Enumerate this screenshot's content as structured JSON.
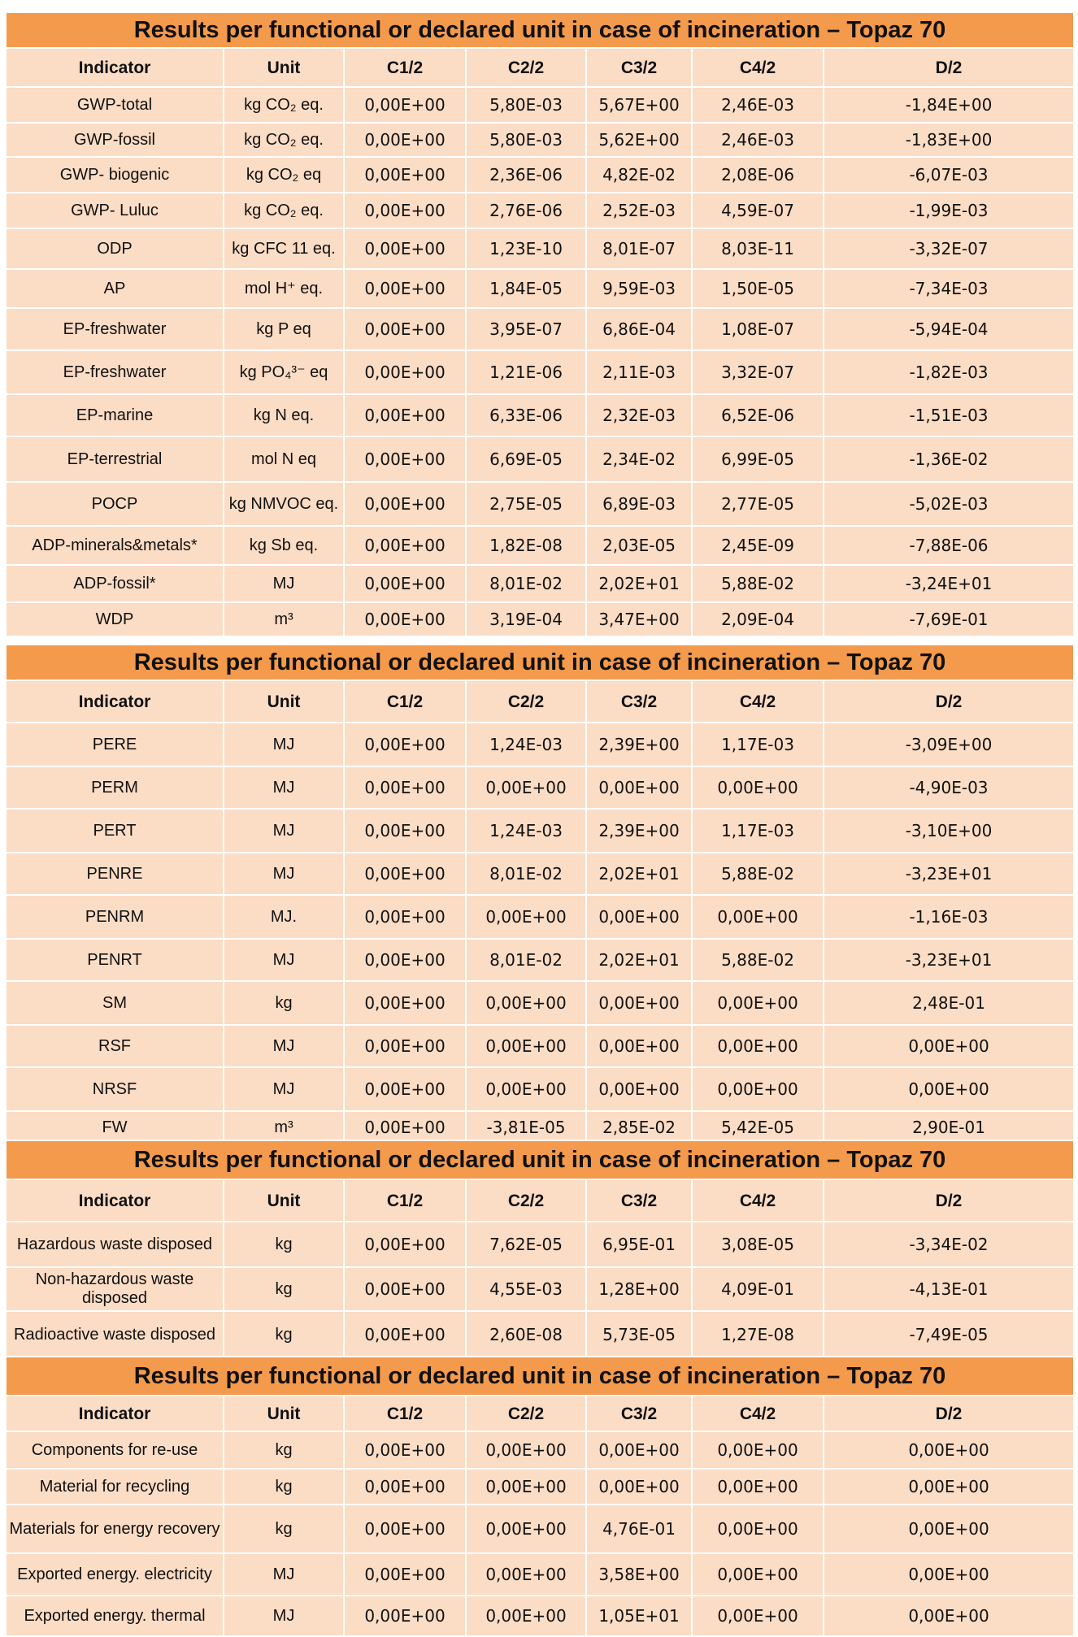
{
  "columns": [
    "Indicator",
    "Unit",
    "C1/2",
    "C2/2",
    "C3/2",
    "C4/2",
    "D/2"
  ],
  "sections": [
    {
      "title": "Results per functional or declared unit in case of incineration – Topaz 70",
      "rows": [
        {
          "indicator": "GWP-total",
          "unit": "kg CO₂ eq.",
          "values": [
            "0,00E+00",
            "5,80E-03",
            "5,67E+00",
            "2,46E-03",
            "-1,84E+00"
          ]
        },
        {
          "indicator": "GWP-fossil",
          "unit": "kg CO₂ eq.",
          "values": [
            "0,00E+00",
            "5,80E-03",
            "5,62E+00",
            "2,46E-03",
            "-1,83E+00"
          ]
        },
        {
          "indicator": "GWP- biogenic",
          "unit": "kg CO₂ eq",
          "values": [
            "0,00E+00",
            "2,36E-06",
            "4,82E-02",
            "2,08E-06",
            "-6,07E-03"
          ]
        },
        {
          "indicator": "GWP- Luluc",
          "unit": "kg CO₂ eq.",
          "values": [
            "0,00E+00",
            "2,76E-06",
            "2,52E-03",
            "4,59E-07",
            "-1,99E-03"
          ]
        },
        {
          "indicator": "ODP",
          "unit": "kg CFC 11 eq.",
          "values": [
            "0,00E+00",
            "1,23E-10",
            "8,01E-07",
            "8,03E-11",
            "-3,32E-07"
          ]
        },
        {
          "indicator": "AP",
          "unit": "mol H⁺ eq.",
          "values": [
            "0,00E+00",
            "1,84E-05",
            "9,59E-03",
            "1,50E-05",
            "-7,34E-03"
          ]
        },
        {
          "indicator": "EP-freshwater",
          "unit": "kg P eq",
          "values": [
            "0,00E+00",
            "3,95E-07",
            "6,86E-04",
            "1,08E-07",
            "-5,94E-04"
          ]
        },
        {
          "indicator": "EP-freshwater",
          "unit": "kg PO₄³⁻ eq",
          "values": [
            "0,00E+00",
            "1,21E-06",
            "2,11E-03",
            "3,32E-07",
            "-1,82E-03"
          ]
        },
        {
          "indicator": "EP-marine",
          "unit": "kg N eq.",
          "values": [
            "0,00E+00",
            "6,33E-06",
            "2,32E-03",
            "6,52E-06",
            "-1,51E-03"
          ]
        },
        {
          "indicator": "EP-terrestrial",
          "unit": "mol N eq",
          "values": [
            "0,00E+00",
            "6,69E-05",
            "2,34E-02",
            "6,99E-05",
            "-1,36E-02"
          ]
        },
        {
          "indicator": "POCP",
          "unit": "kg NMVOC eq.",
          "values": [
            "0,00E+00",
            "2,75E-05",
            "6,89E-03",
            "2,77E-05",
            "-5,02E-03"
          ]
        },
        {
          "indicator": "ADP-minerals&metals*",
          "unit": "kg Sb eq.",
          "values": [
            "0,00E+00",
            "1,82E-08",
            "2,03E-05",
            "2,45E-09",
            "-7,88E-06"
          ]
        },
        {
          "indicator": "ADP-fossil*",
          "unit": "MJ",
          "values": [
            "0,00E+00",
            "8,01E-02",
            "2,02E+01",
            "5,88E-02",
            "-3,24E+01"
          ]
        },
        {
          "indicator": "WDP",
          "unit": "m³",
          "values": [
            "0,00E+00",
            "3,19E-04",
            "3,47E+00",
            "2,09E-04",
            "-7,69E-01"
          ]
        }
      ]
    },
    {
      "title": "Results per functional or declared unit in case of incineration –  Topaz 70",
      "rows": [
        {
          "indicator": "PERE",
          "unit": "MJ",
          "values": [
            "0,00E+00",
            "1,24E-03",
            "2,39E+00",
            "1,17E-03",
            "-3,09E+00"
          ]
        },
        {
          "indicator": "PERM",
          "unit": "MJ",
          "values": [
            "0,00E+00",
            "0,00E+00",
            "0,00E+00",
            "0,00E+00",
            "-4,90E-03"
          ]
        },
        {
          "indicator": "PERT",
          "unit": "MJ",
          "values": [
            "0,00E+00",
            "1,24E-03",
            "2,39E+00",
            "1,17E-03",
            "-3,10E+00"
          ]
        },
        {
          "indicator": "PENRE",
          "unit": "MJ",
          "values": [
            "0,00E+00",
            "8,01E-02",
            "2,02E+01",
            "5,88E-02",
            "-3,23E+01"
          ]
        },
        {
          "indicator": "PENRM",
          "unit": "MJ.",
          "values": [
            "0,00E+00",
            "0,00E+00",
            "0,00E+00",
            "0,00E+00",
            "-1,16E-03"
          ]
        },
        {
          "indicator": "PENRT",
          "unit": "MJ",
          "values": [
            "0,00E+00",
            "8,01E-02",
            "2,02E+01",
            "5,88E-02",
            "-3,23E+01"
          ]
        },
        {
          "indicator": "SM",
          "unit": "kg",
          "values": [
            "0,00E+00",
            "0,00E+00",
            "0,00E+00",
            "0,00E+00",
            "2,48E-01"
          ]
        },
        {
          "indicator": "RSF",
          "unit": "MJ",
          "values": [
            "0,00E+00",
            "0,00E+00",
            "0,00E+00",
            "0,00E+00",
            "0,00E+00"
          ]
        },
        {
          "indicator": "NRSF",
          "unit": "MJ",
          "values": [
            "0,00E+00",
            "0,00E+00",
            "0,00E+00",
            "0,00E+00",
            "0,00E+00"
          ]
        },
        {
          "indicator": "FW",
          "unit": "m³",
          "values": [
            "0,00E+00",
            "-3,81E-05",
            "2,85E-02",
            "5,42E-05",
            "2,90E-01"
          ]
        }
      ]
    },
    {
      "title": "Results per functional or declared unit in case of incineration –  Topaz 70",
      "rows": [
        {
          "indicator": "Hazardous waste disposed",
          "unit": "kg",
          "values": [
            "0,00E+00",
            "7,62E-05",
            "6,95E-01",
            "3,08E-05",
            "-3,34E-02"
          ]
        },
        {
          "indicator": "Non-hazardous waste disposed",
          "unit": "kg",
          "values": [
            "0,00E+00",
            "4,55E-03",
            "1,28E+00",
            "4,09E-01",
            "-4,13E-01"
          ]
        },
        {
          "indicator": "Radioactive waste disposed",
          "unit": "kg",
          "values": [
            "0,00E+00",
            "2,60E-08",
            "5,73E-05",
            "1,27E-08",
            "-7,49E-05"
          ]
        }
      ]
    },
    {
      "title": "Results per functional or declared unit in case of incineration –  Topaz 70",
      "rows": [
        {
          "indicator": "Components for re-use",
          "unit": "kg",
          "values": [
            "0,00E+00",
            "0,00E+00",
            "0,00E+00",
            "0,00E+00",
            "0,00E+00"
          ]
        },
        {
          "indicator": "Material for recycling",
          "unit": "kg",
          "values": [
            "0,00E+00",
            "0,00E+00",
            "0,00E+00",
            "0,00E+00",
            "0,00E+00"
          ]
        },
        {
          "indicator": "Materials for energy recovery",
          "unit": "kg",
          "values": [
            "0,00E+00",
            "0,00E+00",
            "4,76E-01",
            "0,00E+00",
            "0,00E+00"
          ]
        },
        {
          "indicator": "Exported energy. electricity",
          "unit": "MJ",
          "values": [
            "0,00E+00",
            "0,00E+00",
            "3,58E+00",
            "0,00E+00",
            "0,00E+00"
          ]
        },
        {
          "indicator": "Exported energy. thermal",
          "unit": "MJ",
          "values": [
            "0,00E+00",
            "0,00E+00",
            "1,05E+01",
            "0,00E+00",
            "0,00E+00"
          ]
        }
      ]
    }
  ]
}
